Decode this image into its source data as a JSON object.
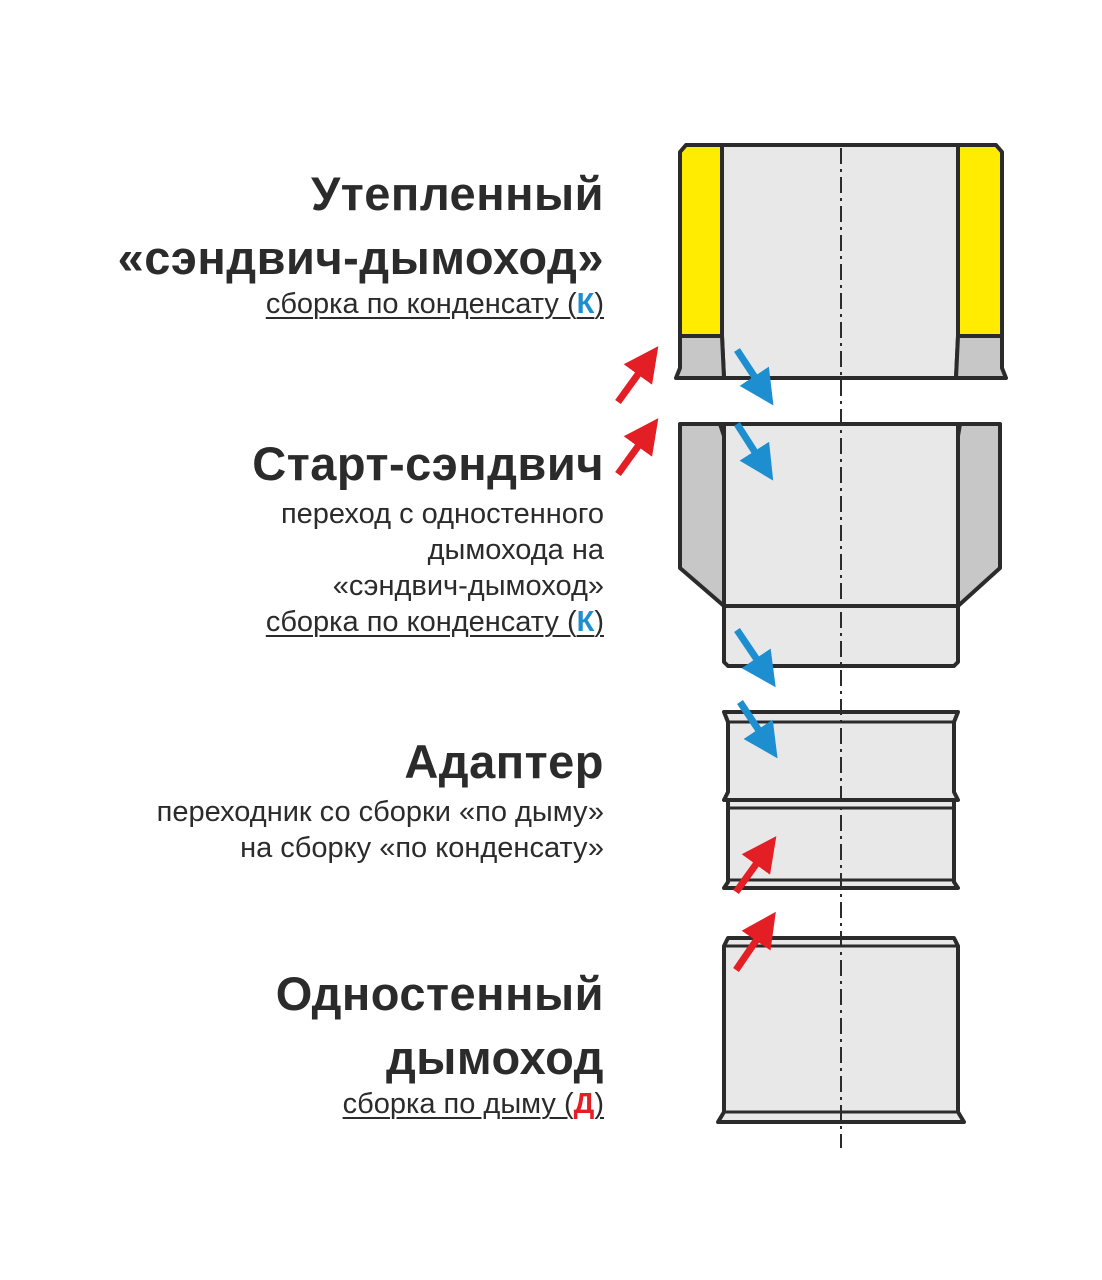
{
  "sections": {
    "insulated": {
      "title_line1": "Утепленный",
      "title_line2": "«сэндвич-дымоход»",
      "assembly_text": "сборка по конденсату (",
      "assembly_code": "К",
      "assembly_close": ")"
    },
    "start": {
      "title": "Старт-сэндвич",
      "desc_line1": "переход с одностенного",
      "desc_line2": "дымохода на",
      "desc_line3": "«сэндвич-дымоход»",
      "assembly_text": "сборка по конденсату (",
      "assembly_code": "К",
      "assembly_close": ")"
    },
    "adapter": {
      "title": "Адаптер",
      "desc_line1": "переходник со сборки «по дыму»",
      "desc_line2": "на сборку «по конденсату»"
    },
    "single": {
      "title_line1": "Одностенный",
      "title_line2": "дымоход",
      "assembly_text": "сборка по дыму (",
      "assembly_code": "Д",
      "assembly_close": ")"
    }
  },
  "colors": {
    "condensate_code": "#1d8fd0",
    "smoke_code": "#e31e24",
    "condensate_arrow": "#1d8fd0",
    "smoke_arrow": "#e31e24",
    "insulation": "#ffec00",
    "pipe_fill": "#e8e8e8",
    "outline": "#2b2b2b"
  },
  "arrows": {
    "condensate_icon": "blue-arrow-icon",
    "smoke_icon": "red-arrow-icon"
  }
}
